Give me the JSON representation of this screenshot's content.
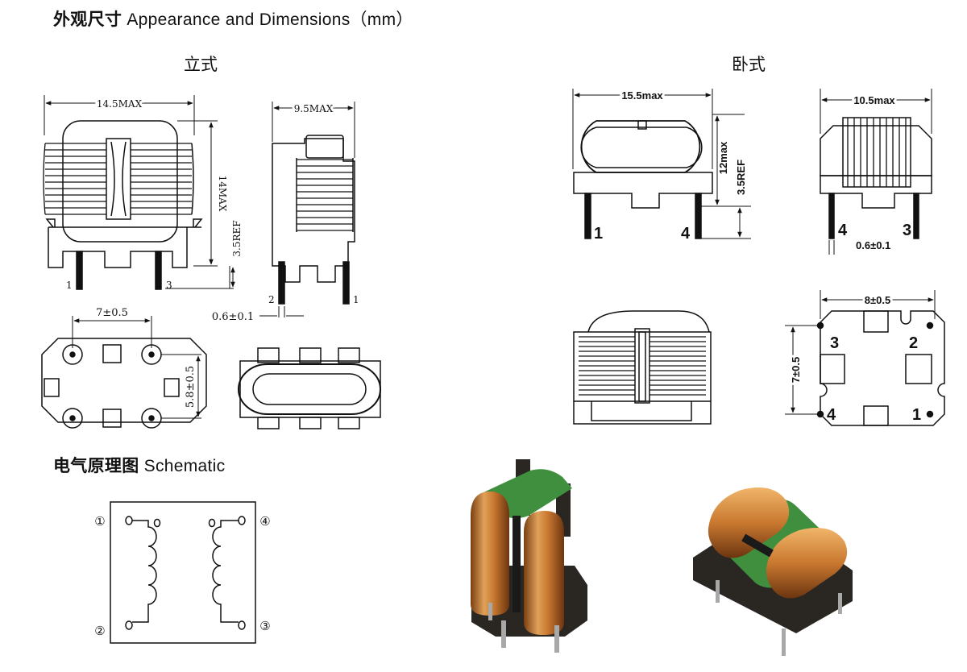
{
  "headings": {
    "dimensions": {
      "zh": "外观尺寸",
      "en": " Appearance and Dimensions（mm）"
    },
    "schematic": {
      "zh": "电气原理图",
      "en": " Schematic"
    }
  },
  "vertical": {
    "title": "立式",
    "width": "14.5MAX",
    "height": "14MAX",
    "ref": "3.5REF",
    "side_width": "9.5MAX",
    "pin_dia": "0.6±0.1",
    "pin_spacing": "7±0.5",
    "row_spacing": "5.8±0.5",
    "pins": {
      "front_left": "1",
      "front_right": "3",
      "side_left": "2",
      "side_right": "1"
    }
  },
  "horizontal": {
    "title": "卧式",
    "width": "15.5max",
    "height": "12max",
    "ref": "3.5REF",
    "side_width": "10.5max",
    "pin_dia": "0.6±0.1",
    "pin_spacing": "8±0.5",
    "row_spacing": "7±0.5",
    "pins": {
      "front_left": "1",
      "front_right": "4",
      "side_left": "4",
      "side_right": "3",
      "bottom_tl": "3",
      "bottom_tr": "2",
      "bottom_bl": "4",
      "bottom_br": "1"
    }
  },
  "schematic": {
    "pins": [
      "①",
      "④",
      "②",
      "③"
    ]
  },
  "colors": {
    "line": "#111111",
    "copper": "#c9782f",
    "green": "#3f8f3f",
    "base": "#2a2622"
  }
}
